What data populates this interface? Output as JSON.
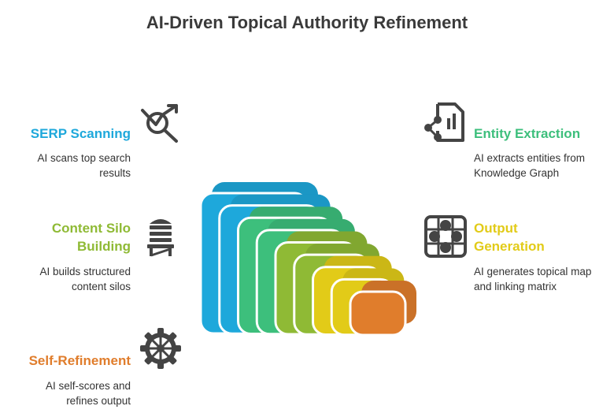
{
  "title": "AI-Driven Topical Authority Refinement",
  "items": [
    {
      "title": "SERP Scanning",
      "desc": "AI scans top search results",
      "color": "#1ea8db",
      "icon": "search-trend-icon"
    },
    {
      "title": "Entity Extraction",
      "desc": "AI extracts entities from Knowledge Graph",
      "color": "#3dbf7c",
      "icon": "document-share-icon"
    },
    {
      "title": "Content Silo Building",
      "desc": "AI builds structured content silos",
      "color": "#8fba35",
      "icon": "silo-tower-icon"
    },
    {
      "title": "Output Generation",
      "desc": "AI generates topical map and linking matrix",
      "color": "#e2cb18",
      "icon": "matrix-network-icon"
    },
    {
      "title": "Self-Refinement",
      "desc": "AI self-scores and refines output",
      "color": "#e07d2c",
      "icon": "gear-wheel-icon"
    }
  ],
  "layers": [
    "#1ea8db",
    "#1ea8db",
    "#3dbf7c",
    "#3dbf7c",
    "#8fba35",
    "#8fba35",
    "#e2cb18",
    "#e2cb18",
    "#e07d2c"
  ]
}
